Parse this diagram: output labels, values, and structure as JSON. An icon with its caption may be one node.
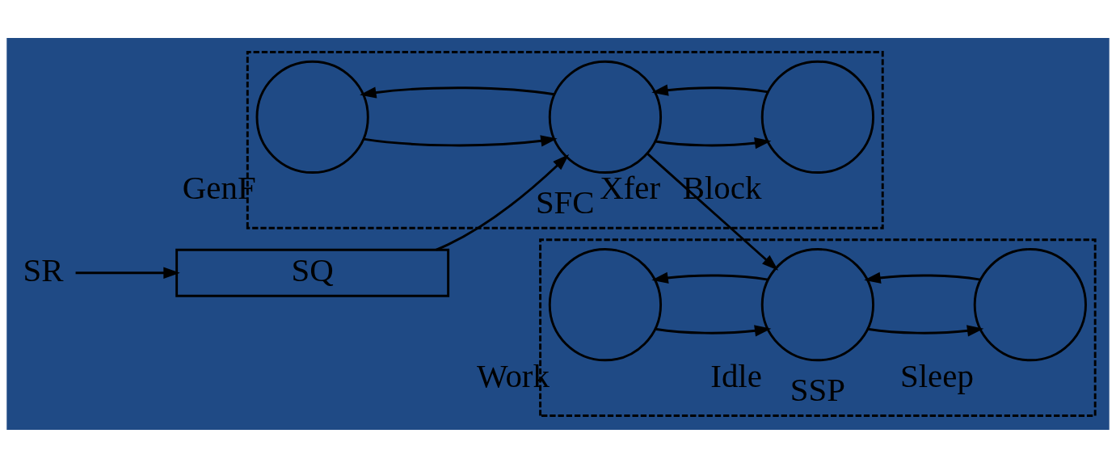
{
  "diagram": {
    "nodes": [
      {
        "text": [
          "SFC"
        ]
      },
      {
        "text": [
          "SSP"
        ]
      },
      {
        "text": [
          "SR"
        ]
      },
      {
        "text": [
          "SQ"
        ]
      },
      {
        "text": [],
        "shape": "circle",
        "beside": [
          "GenF"
        ],
        "in": 0
      },
      {
        "text": [],
        "shape": "circle",
        "beside": [
          "Block"
        ],
        "in": 0
      },
      {
        "text": [],
        "shape": "circle",
        "beside": [
          "Xfer"
        ],
        "in": 0
      },
      {
        "text": [],
        "shape": "circle",
        "beside": [
          "Work"
        ],
        "in": 1
      },
      {
        "text": [],
        "shape": "circle",
        "beside": [
          "Idle"
        ],
        "in": 1
      },
      {
        "text": [],
        "shape": "circle",
        "beside": [
          "Sleep"
        ],
        "in": 1
      }
    ],
    "edges": [
      {
        "from": 2,
        "to": 3,
        "arrow": "to"
      },
      {
        "from": 3,
        "to": 6,
        "arrow": "to"
      },
      {
        "from": 4,
        "to": 6,
        "arrow": "to"
      },
      {
        "from": 6,
        "to": 4,
        "arrow": "to"
      },
      {
        "from": 5,
        "to": 6,
        "arrow": "to"
      },
      {
        "from": 6,
        "to": 5,
        "arrow": "to"
      },
      {
        "from": 6,
        "to": 8,
        "arrow": "to"
      },
      {
        "from": 8,
        "to": 7,
        "arrow": "to"
      },
      {
        "from": 7,
        "to": 8,
        "arrow": "to"
      },
      {
        "from": 8,
        "to": 9,
        "arrow": "to"
      },
      {
        "from": 9,
        "to": 8,
        "arrow": "to"
      }
    ]
  }
}
